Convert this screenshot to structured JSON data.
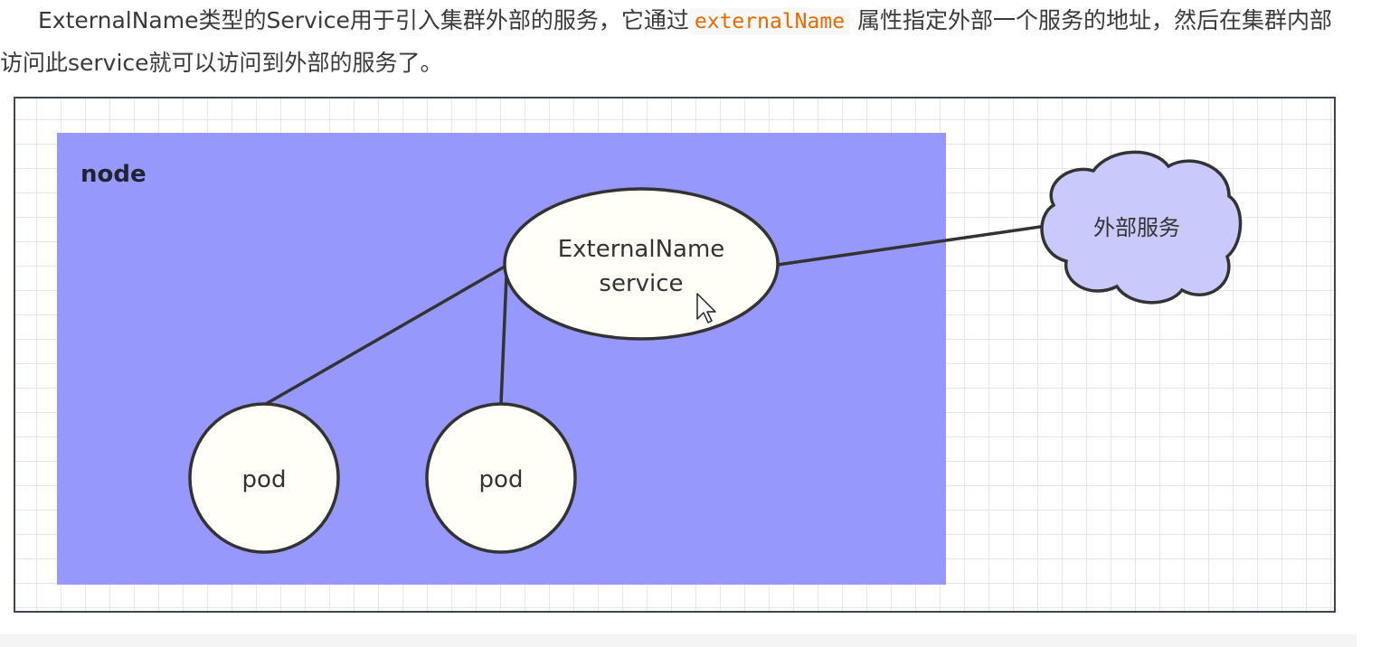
{
  "paragraph": {
    "before": "ExternalName类型的Service用于引入集群外部的服务，它通过",
    "code": "externalName",
    "after": "属性指定外部一个服务的地址，然后在集群内部访问此service就可以访问到外部的服务了。"
  },
  "diagram": {
    "node_label": "node",
    "service_line1": "ExternalName",
    "service_line2": "service",
    "pod1_label": "pod",
    "pod2_label": "pod",
    "external_label": "外部服务",
    "colors": {
      "node_fill": "#9698fb",
      "cloud_fill": "#c9c9fb",
      "shape_fill": "#fffff7",
      "stroke": "#333333"
    }
  }
}
